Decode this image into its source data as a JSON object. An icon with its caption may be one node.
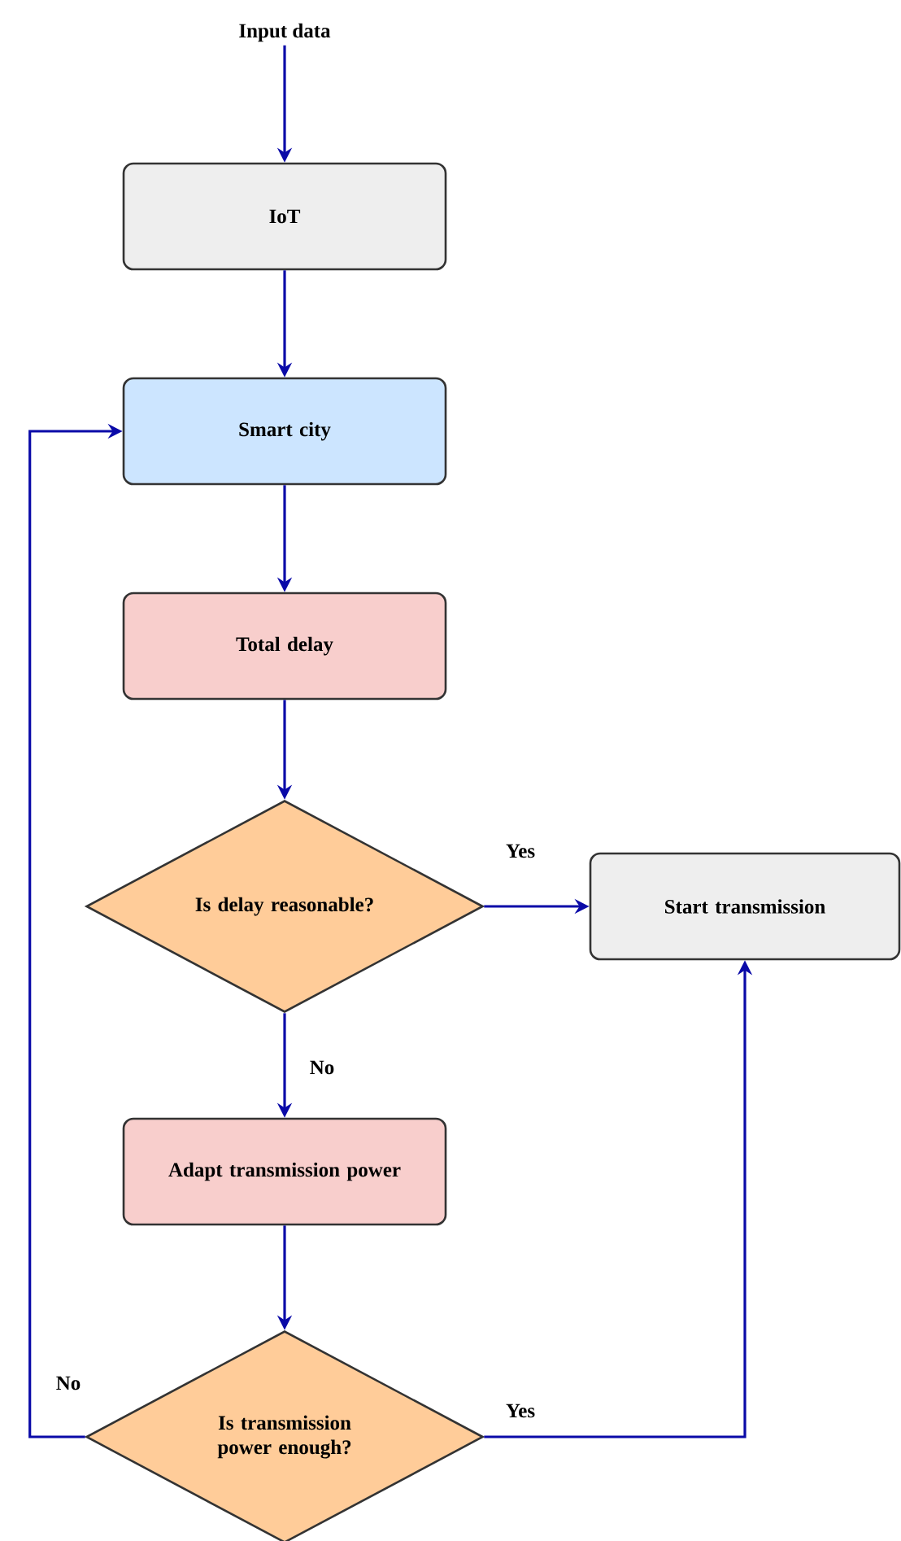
{
  "diagram": {
    "nodes": [
      {
        "text": [
          "Input data"
        ]
      },
      {
        "text": [
          "IoT"
        ]
      },
      {
        "text": [
          "Smart city"
        ]
      },
      {
        "text": [
          "Total delay"
        ]
      },
      {
        "text": [
          "Is delay reasonable?"
        ]
      },
      {
        "text": [
          "Start transmission"
        ]
      },
      {
        "text": [
          "Adapt transmission power"
        ]
      },
      {
        "text": [
          "Is transmission power enough?"
        ]
      }
    ],
    "edges": [
      {
        "from": 0,
        "to": 1,
        "arrow": "to"
      },
      {
        "from": 1,
        "to": 2,
        "arrow": "to"
      },
      {
        "from": 2,
        "to": 3,
        "arrow": "to"
      },
      {
        "from": 3,
        "to": 4,
        "arrow": "to"
      },
      {
        "from": 4,
        "to": 5,
        "arrow": "to",
        "label": "Yes"
      },
      {
        "from": 4,
        "to": 6,
        "arrow": "to",
        "label": "No"
      },
      {
        "from": 6,
        "to": 7,
        "arrow": "to"
      },
      {
        "from": 7,
        "to": 2,
        "arrow": "to",
        "label": "No"
      },
      {
        "from": 7,
        "to": 5,
        "arrow": "to",
        "label": "Yes"
      }
    ]
  }
}
